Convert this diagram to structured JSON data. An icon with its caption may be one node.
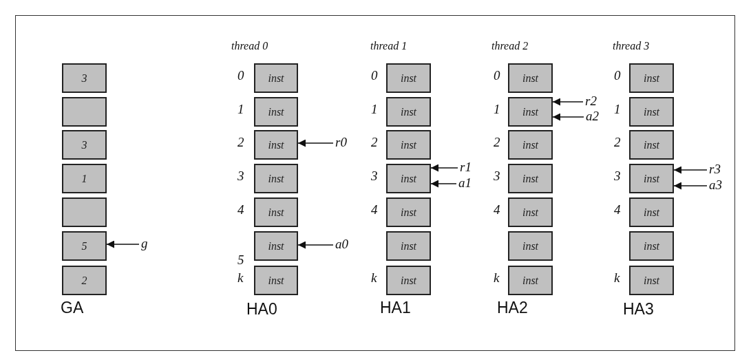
{
  "diagram": {
    "nodes": [
      {
        "text": [
          "3"
        ]
      },
      {
        "text": [],
        "shape": "box"
      },
      {
        "text": [
          "3"
        ]
      },
      {
        "text": [
          "1"
        ]
      },
      {
        "text": [],
        "shape": "box"
      },
      {
        "text": [
          "5"
        ]
      },
      {
        "text": [
          "2"
        ]
      },
      {
        "text": [
          "g"
        ]
      },
      {
        "text": [
          "inst"
        ],
        "beside": [
          "0"
        ]
      },
      {
        "text": [
          "inst"
        ],
        "beside": [
          "1"
        ]
      },
      {
        "text": [
          "inst"
        ],
        "beside": [
          "2"
        ]
      },
      {
        "text": [
          "inst"
        ],
        "beside": [
          "3"
        ]
      },
      {
        "text": [
          "inst"
        ],
        "beside": [
          "4"
        ]
      },
      {
        "text": [
          "inst"
        ],
        "beside": [
          "5"
        ]
      },
      {
        "text": [
          "inst"
        ],
        "beside": [
          "k"
        ]
      },
      {
        "text": [
          "r0"
        ]
      },
      {
        "text": [
          "a0"
        ]
      },
      {
        "text": [
          "inst"
        ],
        "beside": [
          "0"
        ]
      },
      {
        "text": [
          "inst"
        ],
        "beside": [
          "1"
        ]
      },
      {
        "text": [
          "inst"
        ],
        "beside": [
          "2"
        ]
      },
      {
        "text": [
          "inst"
        ],
        "beside": [
          "3"
        ]
      },
      {
        "text": [
          "inst"
        ],
        "beside": [
          "4"
        ]
      },
      {
        "text": [
          "inst"
        ]
      },
      {
        "text": [
          "inst"
        ],
        "beside": [
          "k"
        ]
      },
      {
        "text": [
          "r1"
        ]
      },
      {
        "text": [
          "a1"
        ]
      },
      {
        "text": [
          "inst"
        ],
        "beside": [
          "0"
        ]
      },
      {
        "text": [
          "inst"
        ],
        "beside": [
          "1"
        ]
      },
      {
        "text": [
          "inst"
        ],
        "beside": [
          "2"
        ]
      },
      {
        "text": [
          "inst"
        ],
        "beside": [
          "3"
        ]
      },
      {
        "text": [
          "inst"
        ],
        "beside": [
          "4"
        ]
      },
      {
        "text": [
          "inst"
        ]
      },
      {
        "text": [
          "inst"
        ],
        "beside": [
          "k"
        ]
      },
      {
        "text": [
          "r2"
        ]
      },
      {
        "text": [
          "a2"
        ]
      },
      {
        "text": [
          "inst"
        ],
        "beside": [
          "0"
        ]
      },
      {
        "text": [
          "inst"
        ],
        "beside": [
          "1"
        ]
      },
      {
        "text": [
          "inst"
        ],
        "beside": [
          "2"
        ]
      },
      {
        "text": [
          "inst"
        ],
        "beside": [
          "3"
        ]
      },
      {
        "text": [
          "inst"
        ],
        "beside": [
          "4"
        ]
      },
      {
        "text": [
          "inst"
        ]
      },
      {
        "text": [
          "inst"
        ],
        "beside": [
          "k"
        ]
      },
      {
        "text": [
          "r3"
        ]
      },
      {
        "text": [
          "a3"
        ]
      }
    ],
    "edges": [
      {
        "from": 7,
        "to": 5,
        "arrow": "to"
      },
      {
        "from": 15,
        "to": 10,
        "arrow": "to"
      },
      {
        "from": 16,
        "to": 13,
        "arrow": "to"
      },
      {
        "from": 24,
        "to": 20,
        "arrow": "to"
      },
      {
        "from": 25,
        "to": 20,
        "arrow": "to"
      },
      {
        "from": 33,
        "to": 27,
        "arrow": "to"
      },
      {
        "from": 34,
        "to": 27,
        "arrow": "to"
      },
      {
        "from": 42,
        "to": 38,
        "arrow": "to"
      },
      {
        "from": 43,
        "to": 38,
        "arrow": "to"
      }
    ],
    "labels": [
      "thread 0",
      "thread 1",
      "thread 2",
      "thread 3",
      "GA",
      "HA0",
      "HA1",
      "HA2",
      "HA3"
    ]
  }
}
